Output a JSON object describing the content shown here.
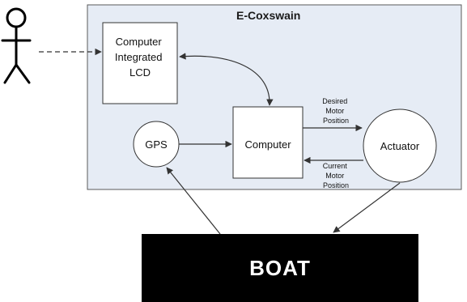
{
  "diagram": {
    "system_title": "E-Coxswain",
    "nodes": {
      "lcd": {
        "line1": "Computer",
        "line2": "Integrated",
        "line3": "LCD"
      },
      "gps": {
        "label": "GPS"
      },
      "computer": {
        "label": "Computer"
      },
      "actuator": {
        "label": "Actuator"
      },
      "boat": {
        "label": "BOAT"
      }
    },
    "edge_labels": {
      "desired": {
        "line1": "Desired",
        "line2": "Motor",
        "line3": "Position"
      },
      "current": {
        "line1": "Current",
        "line2": "Motor",
        "line3": "Position"
      }
    },
    "actor_icon": "stick-figure-user-icon",
    "colors": {
      "system_fill": "#e6ecf5",
      "system_border": "#5a5a5a",
      "node_fill": "#ffffff",
      "boat_fill": "#000000",
      "line": "#333333"
    }
  }
}
